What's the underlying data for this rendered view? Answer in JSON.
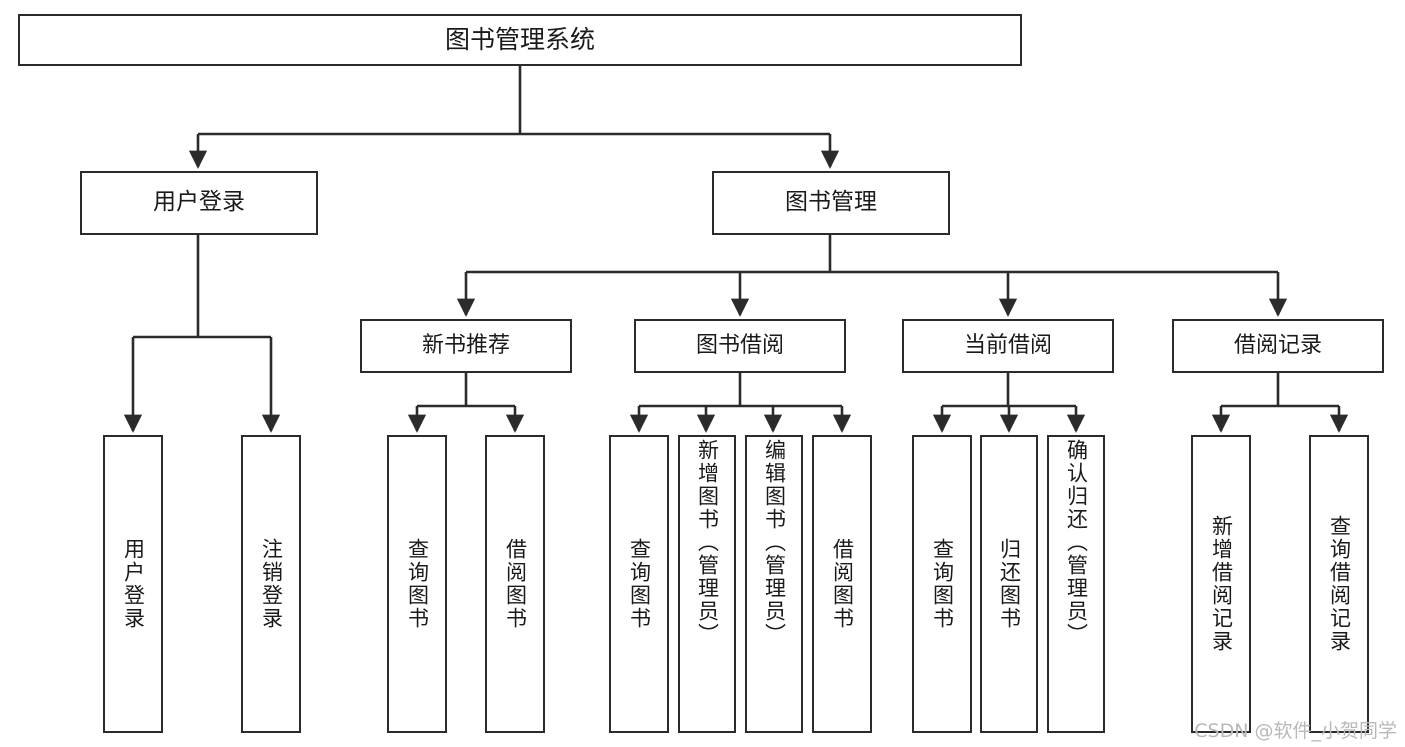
{
  "diagram": {
    "type": "tree-hierarchy",
    "title": "图书管理系统",
    "watermark": "CSDN @软件_小贺同学",
    "colors": {
      "box_stroke": "#2b2b2b",
      "box_fill": "#ffffff",
      "edge": "#2b2b2b",
      "text": "#1a1a1a",
      "watermark": "#b9b9b9",
      "background": "#ffffff"
    },
    "nodes": {
      "root": {
        "label": "图书管理系统"
      },
      "level1": [
        {
          "id": "user-login",
          "label": "用户登录"
        },
        {
          "id": "book-manage",
          "label": "图书管理"
        }
      ],
      "level2": [
        {
          "id": "new-book-recommend",
          "label": "新书推荐"
        },
        {
          "id": "book-borrow",
          "label": "图书借阅"
        },
        {
          "id": "current-borrow",
          "label": "当前借阅"
        },
        {
          "id": "borrow-record",
          "label": "借阅记录"
        }
      ],
      "leaves": {
        "user_login": [
          {
            "id": "leaf-user-login",
            "label": "用户登录"
          },
          {
            "id": "leaf-logout",
            "label": "注销登录"
          }
        ],
        "new_book_recommend": [
          {
            "id": "leaf-query-book-1",
            "label": "查询图书"
          },
          {
            "id": "leaf-borrow-book-1",
            "label": "借阅图书"
          }
        ],
        "book_borrow": [
          {
            "id": "leaf-query-book-2",
            "label": "查询图书"
          },
          {
            "id": "leaf-add-book",
            "label": "新增图书（管理员）"
          },
          {
            "id": "leaf-edit-book",
            "label": "编辑图书（管理员）"
          },
          {
            "id": "leaf-borrow-book-2",
            "label": "借阅图书"
          }
        ],
        "current_borrow": [
          {
            "id": "leaf-query-book-3",
            "label": "查询图书"
          },
          {
            "id": "leaf-return-book",
            "label": "归还图书"
          },
          {
            "id": "leaf-confirm-return",
            "label": "确认归还（管理员）"
          }
        ],
        "borrow_record": [
          {
            "id": "leaf-add-record",
            "label": "新增借阅记录"
          },
          {
            "id": "leaf-query-record",
            "label": "查询借阅记录"
          }
        ]
      }
    }
  }
}
